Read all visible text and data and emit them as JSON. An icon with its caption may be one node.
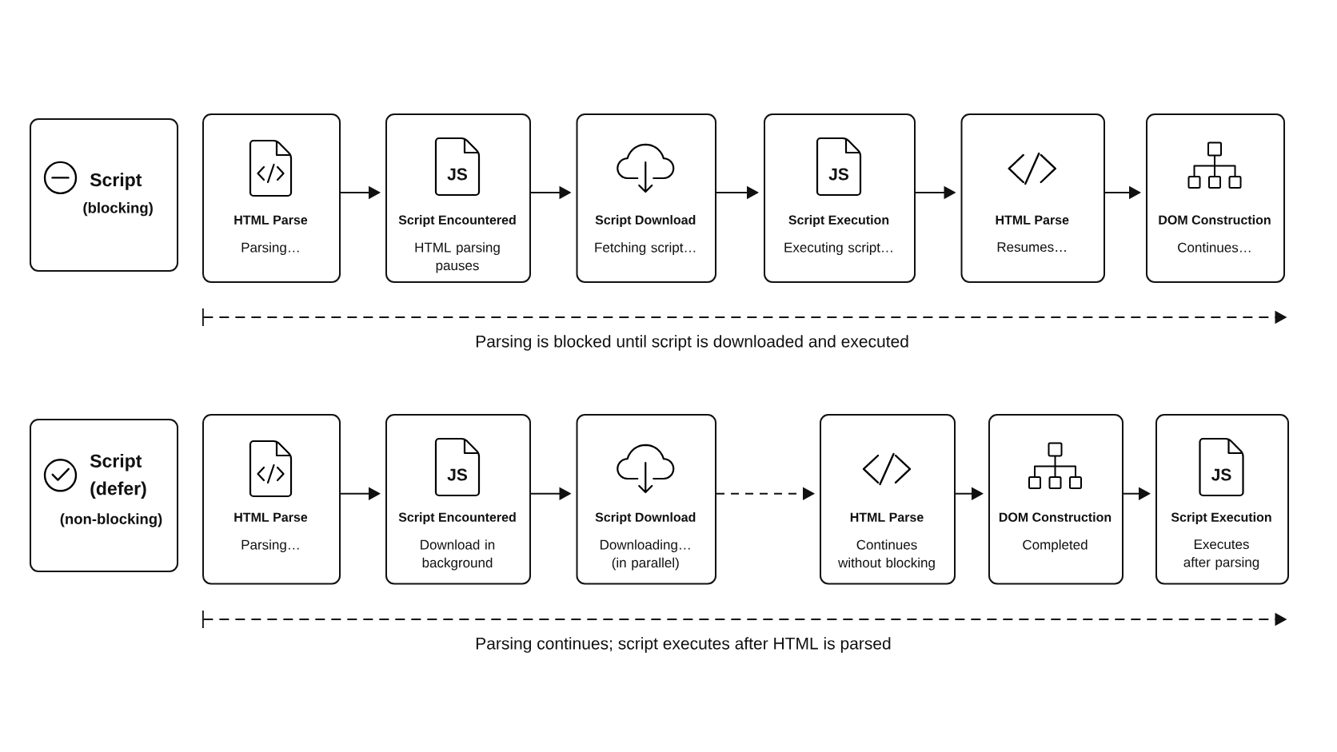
{
  "diagram": {
    "nodes": [
      {
        "text": [
          "Script",
          "(blocking)"
        ]
      },
      {
        "text": [
          "HTML Parse",
          "Parsing…"
        ]
      },
      {
        "text": [
          "JS",
          "Script Encountered",
          "HTML parsing pauses"
        ]
      },
      {
        "text": [
          "Script Download",
          "Fetching script…"
        ]
      },
      {
        "text": [
          "JS",
          "Script Execution",
          "Executing script…"
        ]
      },
      {
        "text": [
          "HTML Parse",
          "Resumes…"
        ]
      },
      {
        "text": [
          "DOM Construction",
          "Continues…"
        ]
      },
      {
        "text": [
          "Script (defer)",
          "(non-blocking)"
        ]
      },
      {
        "text": [
          "HTML Parse",
          "Parsing…"
        ]
      },
      {
        "text": [
          "JS",
          "Script Encountered",
          "Download in background"
        ]
      },
      {
        "text": [
          "Script Download",
          "Downloading… (in parallel)"
        ]
      },
      {
        "text": [
          "HTML Parse",
          "Continues without blocking"
        ]
      },
      {
        "text": [
          "DOM Construction",
          "Completed"
        ]
      },
      {
        "text": [
          "JS",
          "Script Execution",
          "Executes after parsing"
        ]
      }
    ],
    "edges": [
      {
        "from": 1,
        "to": 2,
        "arrow": "to"
      },
      {
        "from": 2,
        "to": 3,
        "arrow": "to"
      },
      {
        "from": 3,
        "to": 4,
        "arrow": "to"
      },
      {
        "from": 4,
        "to": 5,
        "arrow": "to"
      },
      {
        "from": 5,
        "to": 6,
        "arrow": "to"
      },
      {
        "from": 8,
        "to": 9,
        "arrow": "to"
      },
      {
        "from": 9,
        "to": 10,
        "arrow": "to"
      },
      {
        "from": 10,
        "to": 11,
        "arrow": "to",
        "style": "dashed"
      },
      {
        "from": 11,
        "to": 12,
        "arrow": "to"
      },
      {
        "from": 12,
        "to": 13,
        "arrow": "to"
      }
    ],
    "labels": [
      "Parsing is blocked until script is downloaded and executed",
      "Parsing continues; script executes after HTML is parsed"
    ]
  }
}
